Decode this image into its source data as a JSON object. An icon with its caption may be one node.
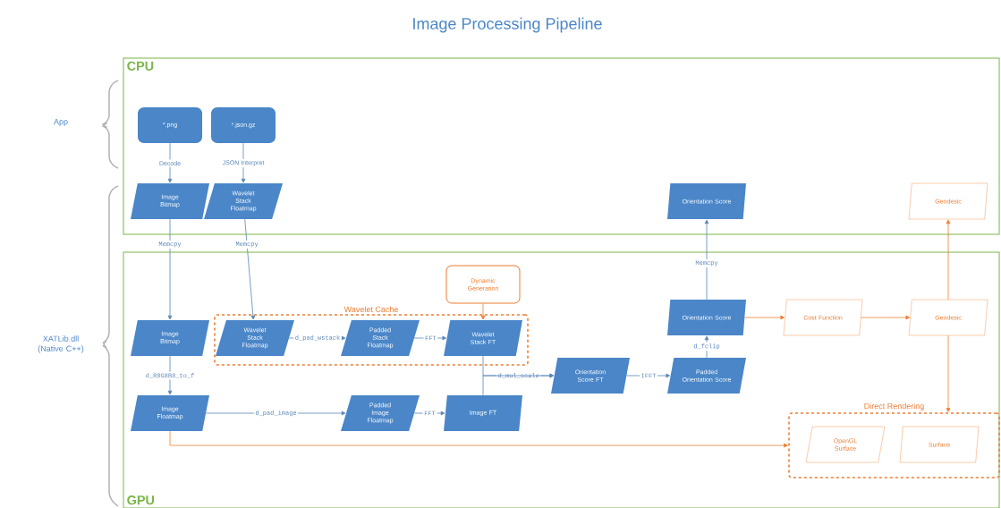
{
  "diagram": {
    "title": "Image Processing Pipeline",
    "nodes": [
      {
        "text": [
          "CPU"
        ]
      },
      {
        "text": [
          "GPU"
        ]
      },
      {
        "text": [
          "*.png"
        ],
        "in": 0
      },
      {
        "text": [
          "*.json.gz"
        ],
        "in": 0
      },
      {
        "text": [
          "Image Bitmap"
        ],
        "in": 0
      },
      {
        "text": [
          "Wavelet Stack Floatmap"
        ],
        "in": 0
      },
      {
        "text": [
          "Orientation Score"
        ],
        "in": 0
      },
      {
        "text": [
          "Geodesic"
        ],
        "in": 0
      },
      {
        "text": [
          "Wavelet Cache"
        ],
        "in": 1
      },
      {
        "text": [
          "Dynamic Generation"
        ],
        "in": 1
      },
      {
        "text": [
          "Image Bitmap"
        ],
        "in": 1
      },
      {
        "text": [
          "Wavelet Stack Floatmap"
        ],
        "in": 8
      },
      {
        "text": [
          "Padded Stack Floatmap"
        ],
        "in": 8
      },
      {
        "text": [
          "Wavelet Stack FT"
        ],
        "in": 8
      },
      {
        "text": [
          "Image Floatmap"
        ],
        "in": 1
      },
      {
        "text": [
          "Padded Image Floatmap"
        ],
        "in": 1
      },
      {
        "text": [
          "Image FT"
        ],
        "in": 1
      },
      {
        "text": [
          "Orientation Score FT"
        ],
        "in": 1
      },
      {
        "text": [
          "Padded Orientation Score"
        ],
        "in": 1
      },
      {
        "text": [
          "Orientation Score"
        ],
        "in": 1
      },
      {
        "text": [
          "Cost Function"
        ],
        "in": 1
      },
      {
        "text": [
          "Geodesic"
        ],
        "in": 1
      },
      {
        "text": [
          "Direct Rendering"
        ],
        "in": 1
      },
      {
        "text": [
          "OpenGL Surface"
        ],
        "in": 22
      },
      {
        "text": [
          "Surface"
        ],
        "in": 22
      }
    ],
    "edges": [
      {
        "from": 2,
        "to": 4,
        "arrow": "to",
        "label": "Decode"
      },
      {
        "from": 3,
        "to": 5,
        "arrow": "to",
        "label": "JSON Interpret"
      },
      {
        "from": 4,
        "to": 10,
        "arrow": "to",
        "label": "Memcpy"
      },
      {
        "from": 5,
        "to": 11,
        "arrow": "to",
        "label": "Memcpy"
      },
      {
        "from": 10,
        "to": 14,
        "arrow": "to",
        "label": "d_R8G8B8_to_f"
      },
      {
        "from": 11,
        "to": 12,
        "arrow": "to",
        "label": "d_pad_wstack"
      },
      {
        "from": 12,
        "to": 13,
        "arrow": "to",
        "label": "FFT"
      },
      {
        "from": 9,
        "to": 13,
        "arrow": "to",
        "color": "#ed7d31"
      },
      {
        "from": 14,
        "to": 15,
        "arrow": "to",
        "label": "d_pad_image"
      },
      {
        "from": 15,
        "to": 16,
        "arrow": "to",
        "label": "FFT"
      },
      {
        "from": 16,
        "to": 17,
        "arrow": "to",
        "label": "d_mul_scale"
      },
      {
        "from": 13,
        "to": 17,
        "arrow": "to"
      },
      {
        "from": 17,
        "to": 18,
        "arrow": "to",
        "label": "IFFT"
      },
      {
        "from": 18,
        "to": 19,
        "arrow": "to",
        "label": "d_fclip"
      },
      {
        "from": 19,
        "to": 6,
        "arrow": "to",
        "label": "Memcpy"
      },
      {
        "from": 19,
        "to": 20,
        "arrow": "to",
        "color": "#ed7d31"
      },
      {
        "from": 20,
        "to": 21,
        "arrow": "to",
        "color": "#ed7d31"
      },
      {
        "from": 21,
        "to": 7,
        "arrow": "to",
        "color": "#ed7d31"
      },
      {
        "from": 21,
        "to": 22,
        "arrow": "to",
        "color": "#ed7d31"
      },
      {
        "from": 14,
        "to": 22,
        "arrow": "to",
        "color": "#ed7d31"
      }
    ],
    "labels": [
      "App",
      "XATLib.dll (Native C++)"
    ]
  }
}
